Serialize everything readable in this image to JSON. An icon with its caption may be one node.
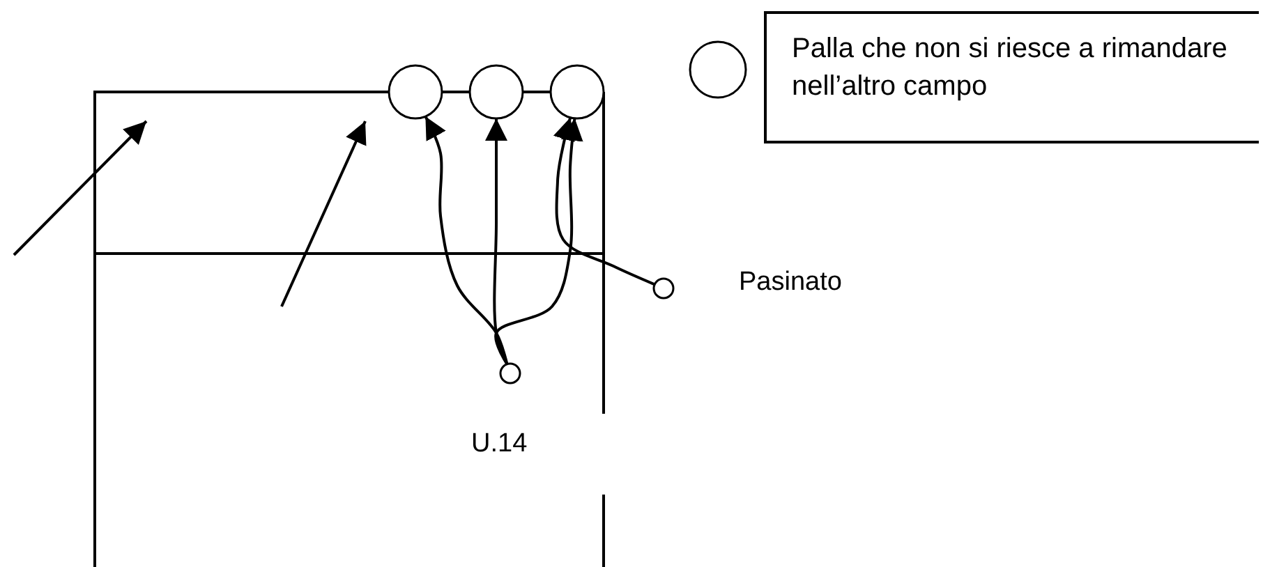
{
  "diagram": {
    "nodes": [
      {
        "text": [],
        "shape": "circle"
      },
      {
        "text": [],
        "shape": "circle"
      },
      {
        "text": [],
        "shape": "circle"
      },
      {
        "text": [],
        "shape": "circle",
        "beside": [
          "U.14"
        ]
      },
      {
        "text": [],
        "shape": "circle",
        "beside": [
          "Pasinato"
        ]
      }
    ],
    "edges": [
      {
        "from": 3,
        "to": 0,
        "arrow": "to"
      },
      {
        "from": 3,
        "to": 1,
        "arrow": "to"
      },
      {
        "from": 3,
        "to": 2,
        "arrow": "to"
      },
      {
        "from": 4,
        "to": 2,
        "arrow": "to"
      }
    ],
    "legend": [
      {
        "text": "Palla che non si riesce a rimandare nell’altro campo"
      }
    ]
  }
}
